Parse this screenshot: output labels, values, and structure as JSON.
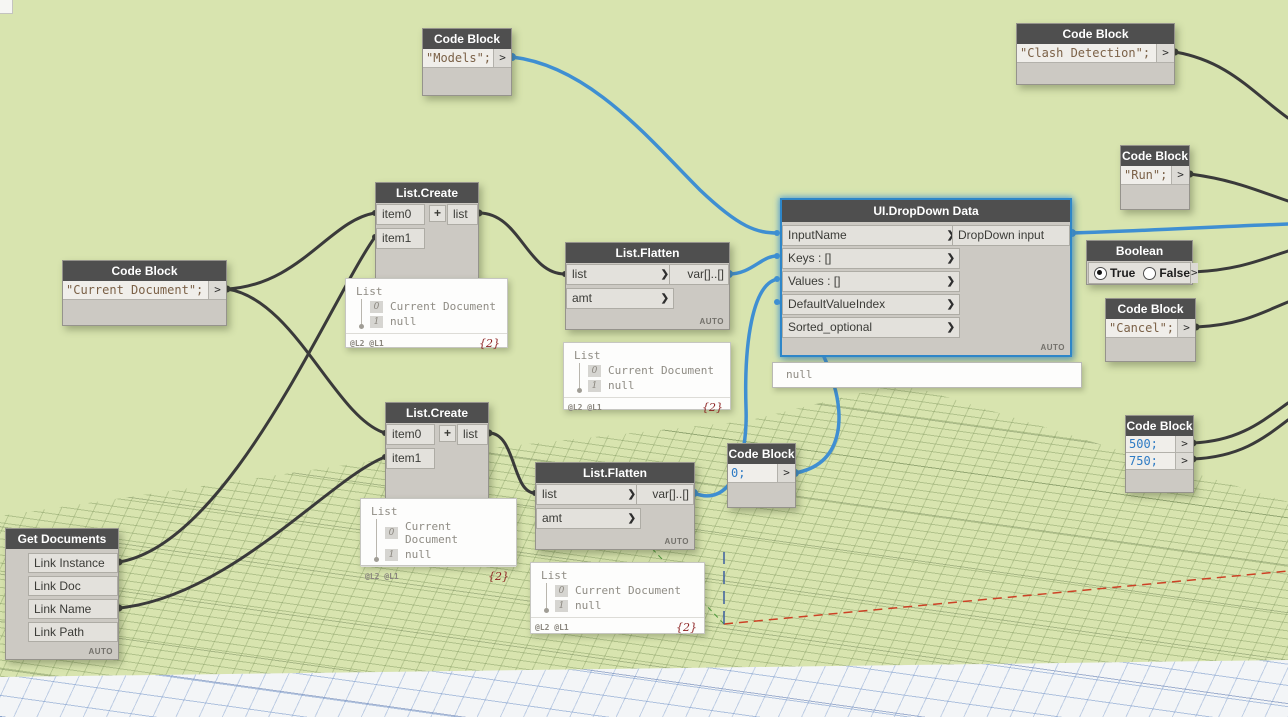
{
  "colors": {
    "canvas_green": "#d8e4af",
    "node_header": "#4f4f4f",
    "node_body": "#ccc9c3",
    "selection_blue": "#2e86c8",
    "wire_dark": "#3a3a3a",
    "wire_blue": "#3f8fd2",
    "code_string": "#7b6147",
    "code_number": "#2e7bc4",
    "preview_count_red": "#8b1f1f"
  },
  "nodes": {
    "code_block_models": {
      "title": "Code Block",
      "code": "\"Models\";",
      "port": ">"
    },
    "code_block_clash": {
      "title": "Code Block",
      "code": "\"Clash Detection\";",
      "port": ">"
    },
    "code_block_run": {
      "title": "Code Block",
      "code": "\"Run\";",
      "port": ">"
    },
    "code_block_cancel": {
      "title": "Code Block",
      "code": "\"Cancel\";",
      "port": ">"
    },
    "code_block_current": {
      "title": "Code Block",
      "code": "\"Current Document\";",
      "port": ">"
    },
    "code_block_zero": {
      "title": "Code Block",
      "code": "0;",
      "port": ">"
    },
    "code_block_sizes": {
      "title": "Code Block",
      "lines": [
        {
          "code": "500;",
          "port": ">"
        },
        {
          "code": "750;",
          "port": ">"
        }
      ]
    },
    "boolean": {
      "title": "Boolean",
      "true_label": "True",
      "false_label": "False",
      "selected": "True",
      "port": ">"
    },
    "list_create_1": {
      "title": "List.Create",
      "inputs": [
        "item0",
        "item1"
      ],
      "output": "list",
      "add": "+",
      "remove": "-"
    },
    "list_create_2": {
      "title": "List.Create",
      "inputs": [
        "item0",
        "item1"
      ],
      "output": "list",
      "add": "+",
      "remove": "-"
    },
    "list_flatten_1": {
      "title": "List.Flatten",
      "inputs": [
        "list",
        "amt"
      ],
      "output": "var[]..[]",
      "chevron": "❯",
      "badge": "AUTO"
    },
    "list_flatten_2": {
      "title": "List.Flatten",
      "inputs": [
        "list",
        "amt"
      ],
      "output": "var[]..[]",
      "chevron": "❯",
      "badge": "AUTO"
    },
    "ui_dropdown": {
      "title": "UI.DropDown Data",
      "inputs": [
        "InputName",
        "Keys : []",
        "Values : []",
        "DefaultValueIndex",
        "Sorted_optional"
      ],
      "output": "DropDown input",
      "chevron": "❯",
      "badge": "AUTO"
    },
    "get_documents": {
      "title": "Get Documents",
      "outputs": [
        "Link Instance",
        "Link Doc",
        "Link Name",
        "Link Path"
      ],
      "badge": "AUTO"
    },
    "null_preview": {
      "value": "null"
    }
  },
  "list_preview": {
    "label": "List",
    "rows": [
      {
        "index": "0",
        "value": "Current Document"
      },
      {
        "index": "1",
        "value": "null"
      }
    ],
    "levels": "@L2 @L1",
    "count": "{2}"
  }
}
